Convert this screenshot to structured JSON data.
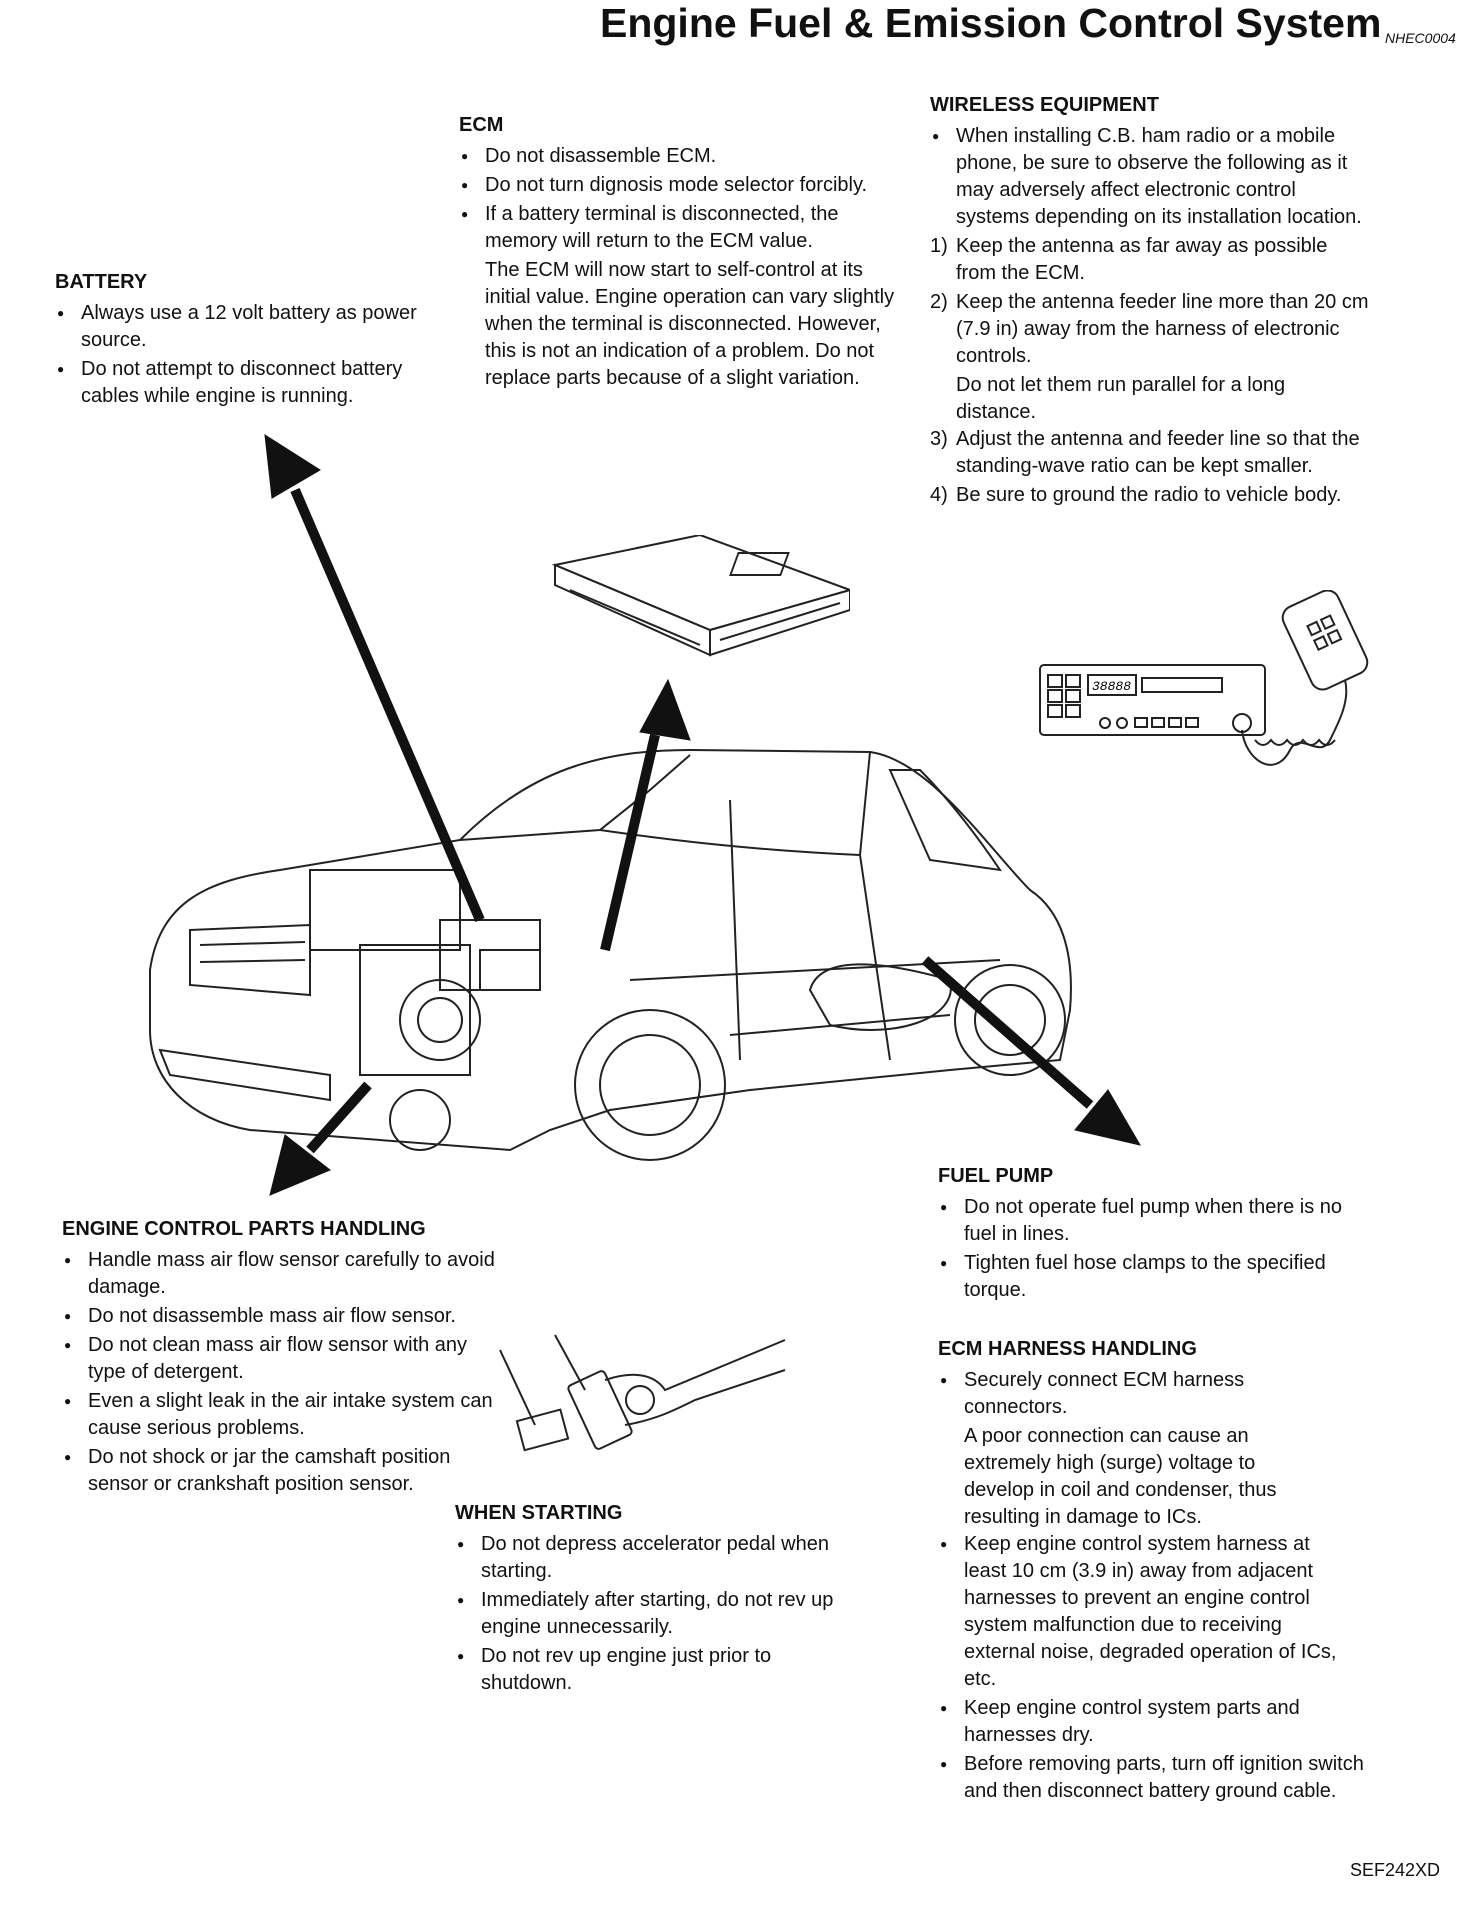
{
  "header": {
    "title": "Engine Fuel & Emission Control System",
    "code": "NHEC0004"
  },
  "battery": {
    "heading": "BATTERY",
    "items": [
      "Always use a 12 volt battery as power source.",
      "Do not attempt to disconnect battery cables while engine is running."
    ]
  },
  "ecm": {
    "heading": "ECM",
    "items": [
      "Do not disassemble ECM.",
      "Do not turn dignosis mode selector forcibly.",
      "If a battery terminal is disconnected, the memory will return to the ECM value."
    ],
    "note": "The ECM will now start to self-control at its initial value. Engine operation can vary slightly when the terminal is disconnected. However, this is not an indication of a problem. Do not replace parts because of a slight variation."
  },
  "wireless": {
    "heading": "WIRELESS EQUIPMENT",
    "intro": "When installing C.B. ham radio or a mobile phone, be sure to observe the following as it may adversely affect electronic control systems depending on its installation location.",
    "steps": [
      {
        "num": "1)",
        "text": "Keep the antenna as far away as possible from the ECM."
      },
      {
        "num": "2)",
        "text": "Keep the antenna feeder line more than 20 cm (7.9 in) away from the harness of electronic controls.",
        "extra": "Do not let them run parallel for a long distance."
      },
      {
        "num": "3)",
        "text": "Adjust the antenna and feeder line so that the standing-wave ratio can be kept smaller."
      },
      {
        "num": "4)",
        "text": "Be sure to ground the radio to vehicle body."
      }
    ],
    "radio_display": "38888"
  },
  "fuel_pump": {
    "heading": "FUEL PUMP",
    "items": [
      "Do not operate fuel pump when there is no fuel in lines.",
      "Tighten fuel hose clamps to the specified torque."
    ]
  },
  "engine_parts": {
    "heading": "ENGINE CONTROL PARTS HANDLING",
    "items": [
      "Handle mass air flow sensor carefully to avoid damage.",
      "Do not disassemble mass air flow sensor.",
      "Do not clean mass air flow sensor with any type of detergent.",
      "Even a slight leak in the air intake system can cause serious problems.",
      "Do not shock or jar the camshaft position sensor or crankshaft position sensor."
    ]
  },
  "starting": {
    "heading": "WHEN STARTING",
    "items": [
      "Do not depress accelerator pedal when starting.",
      "Immediately after starting, do not rev up engine unnecessarily.",
      "Do not rev up engine just prior to shutdown."
    ]
  },
  "harness": {
    "heading": "ECM HARNESS HANDLING",
    "item1": "Securely connect ECM harness connectors.",
    "item1_note": "A poor connection can cause an extremely high (surge) voltage to develop in coil and condenser, thus resulting in damage to ICs.",
    "items": [
      "Keep engine control system harness at least 10 cm (3.9 in) away from adjacent harnesses to prevent an engine control system malfunction due to receiving external noise, degraded operation of ICs, etc.",
      "Keep engine control system parts and harnesses dry.",
      "Before removing parts, turn off ignition switch and then disconnect battery ground cable."
    ]
  },
  "figure": {
    "code": "SEF242XD"
  }
}
